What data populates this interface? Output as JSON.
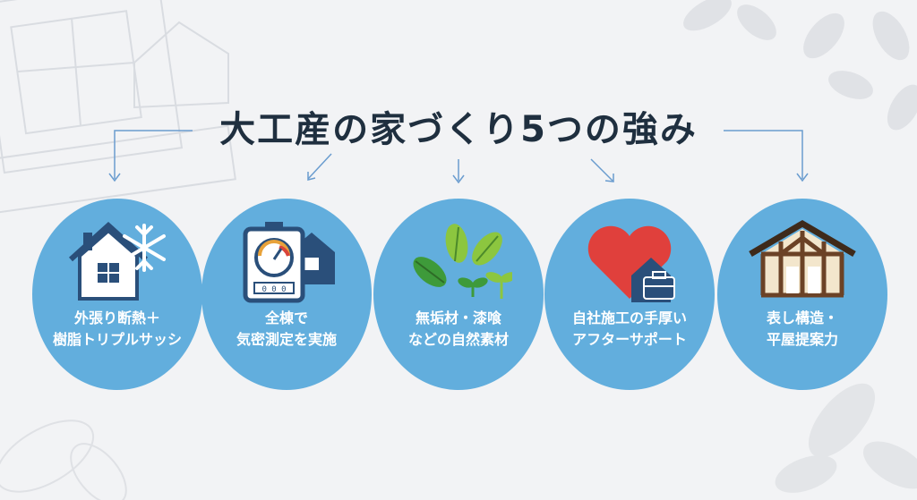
{
  "title": "大工産の家づくり5つの強み",
  "colors": {
    "circle": "#62aedd",
    "title": "#1f2f3f",
    "arrow": "#6a9ccf",
    "background": "#f2f3f5"
  },
  "strengths": [
    {
      "icon": "house-snowflake-icon",
      "line1": "外張り断熱＋",
      "line2": "樹脂トリプルサッシ"
    },
    {
      "icon": "airtight-meter-icon",
      "line1": "全棟で",
      "line2": "気密測定を実施",
      "meter_digits": "0 0 0"
    },
    {
      "icon": "leaves-sprouts-icon",
      "line1": "無垢材・漆喰",
      "line2": "などの自然素材"
    },
    {
      "icon": "heart-house-toolbox-icon",
      "line1": "自社施工の手厚い",
      "line2": "アフターサポート"
    },
    {
      "icon": "timber-frame-house-icon",
      "line1": "表し構造・",
      "line2": "平屋提案力"
    }
  ]
}
